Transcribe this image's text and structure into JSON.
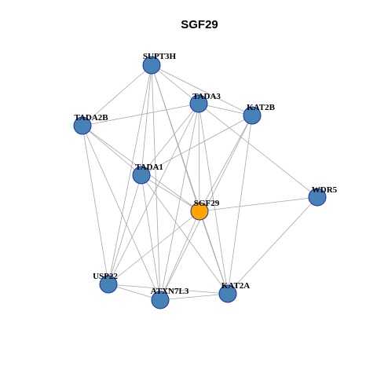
{
  "title": "SGF29",
  "colors": {
    "node_default": "#4682b4",
    "node_focus": "#ffa500",
    "node_border": "#1a2fb0",
    "edge": "#a8a8a8"
  },
  "nodes": [
    {
      "id": "SUPT3H",
      "label": "SUPT3H",
      "focus": false
    },
    {
      "id": "TADA3",
      "label": "TADA3",
      "focus": false
    },
    {
      "id": "KAT2B",
      "label": "KAT2B",
      "focus": false
    },
    {
      "id": "TADA2B",
      "label": "TADA2B",
      "focus": false
    },
    {
      "id": "TADA1",
      "label": "TADA1",
      "focus": false
    },
    {
      "id": "WDR5",
      "label": "WDR5",
      "focus": false
    },
    {
      "id": "SGF29",
      "label": "SGF29",
      "focus": true
    },
    {
      "id": "USP22",
      "label": "USP22",
      "focus": false
    },
    {
      "id": "ATXN7L3",
      "label": "ATXN7L3",
      "focus": false
    },
    {
      "id": "KAT2A",
      "label": "KAT2A",
      "focus": false
    }
  ],
  "edges": [
    [
      "SUPT3H",
      "TADA3"
    ],
    [
      "SUPT3H",
      "KAT2B"
    ],
    [
      "SUPT3H",
      "TADA2B"
    ],
    [
      "SUPT3H",
      "TADA1"
    ],
    [
      "SUPT3H",
      "SGF29"
    ],
    [
      "SUPT3H",
      "USP22"
    ],
    [
      "SUPT3H",
      "ATXN7L3"
    ],
    [
      "SUPT3H",
      "KAT2A"
    ],
    [
      "TADA3",
      "KAT2B"
    ],
    [
      "TADA3",
      "TADA2B"
    ],
    [
      "TADA3",
      "TADA1"
    ],
    [
      "TADA3",
      "WDR5"
    ],
    [
      "TADA3",
      "SGF29"
    ],
    [
      "TADA3",
      "USP22"
    ],
    [
      "TADA3",
      "ATXN7L3"
    ],
    [
      "TADA3",
      "KAT2A"
    ],
    [
      "KAT2B",
      "TADA1"
    ],
    [
      "KAT2B",
      "SGF29"
    ],
    [
      "KAT2B",
      "ATXN7L3"
    ],
    [
      "KAT2B",
      "KAT2A"
    ],
    [
      "TADA2B",
      "TADA1"
    ],
    [
      "TADA2B",
      "SGF29"
    ],
    [
      "TADA2B",
      "USP22"
    ],
    [
      "TADA2B",
      "ATXN7L3"
    ],
    [
      "TADA1",
      "SGF29"
    ],
    [
      "TADA1",
      "USP22"
    ],
    [
      "TADA1",
      "ATXN7L3"
    ],
    [
      "TADA1",
      "KAT2A"
    ],
    [
      "WDR5",
      "SGF29"
    ],
    [
      "WDR5",
      "KAT2A"
    ],
    [
      "SGF29",
      "USP22"
    ],
    [
      "SGF29",
      "ATXN7L3"
    ],
    [
      "SGF29",
      "KAT2A"
    ],
    [
      "USP22",
      "ATXN7L3"
    ],
    [
      "USP22",
      "KAT2A"
    ],
    [
      "ATXN7L3",
      "KAT2A"
    ]
  ]
}
